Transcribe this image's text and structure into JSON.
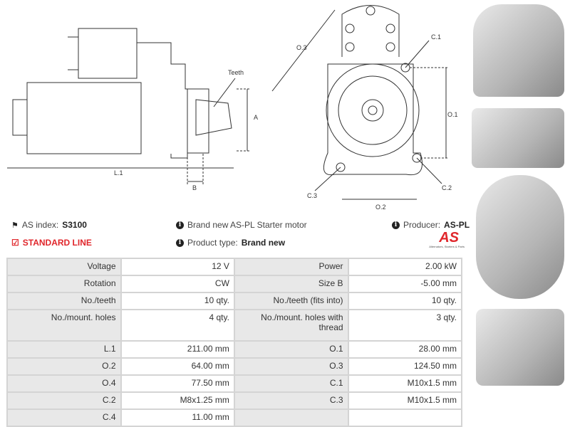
{
  "diagram_labels": {
    "teeth": "Teeth",
    "a": "A",
    "b": "B",
    "l1": "L.1",
    "o1": "O.1",
    "o2": "O.2",
    "o3": "O.3",
    "c1": "C.1",
    "c2": "C.2",
    "c3": "C.3"
  },
  "info": {
    "as_index_label": "AS index:",
    "as_index_value": "S3100",
    "line": "STANDARD LINE",
    "description": "Brand new AS-PL Starter motor",
    "product_type_label": "Product type:",
    "product_type_value": "Brand new",
    "producer_label": "Producer:",
    "producer_value": "AS-PL",
    "logo_text": "AS",
    "logo_tagline": "Alternators, Starters & Parts"
  },
  "colors": {
    "accent": "#e0262b"
  },
  "specs": [
    [
      "Voltage",
      "12 V",
      "Power",
      "2.00 kW"
    ],
    [
      "Rotation",
      "CW",
      "Size B",
      "-5.00 mm"
    ],
    [
      "No./teeth",
      "10 qty.",
      "No./teeth (fits into)",
      "10 qty."
    ],
    [
      "No./mount. holes",
      "4 qty.",
      "No./mount. holes with thread",
      "3 qty."
    ],
    [
      "L.1",
      "211.00 mm",
      "O.1",
      "28.00 mm"
    ],
    [
      "O.2",
      "64.00 mm",
      "O.3",
      "124.50 mm"
    ],
    [
      "O.4",
      "77.50 mm",
      "C.1",
      "M10x1.5 mm"
    ],
    [
      "C.2",
      "M8x1.25 mm",
      "C.3",
      "M10x1.5 mm"
    ],
    [
      "C.4",
      "11.00 mm",
      "",
      ""
    ]
  ]
}
